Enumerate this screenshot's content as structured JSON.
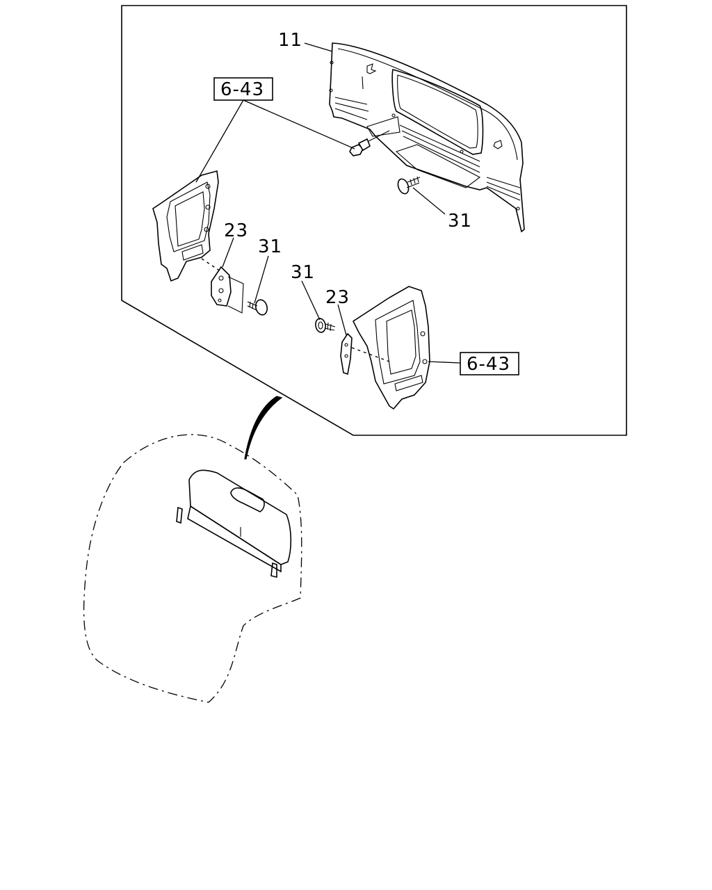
{
  "callouts": {
    "part_11": "11",
    "part_31_right": "31",
    "part_23_left": "23",
    "part_31_left": "31",
    "part_31_center": "31",
    "part_23_center": "23"
  },
  "references": {
    "ref_top": "6-43",
    "ref_bottom": "6-43"
  }
}
